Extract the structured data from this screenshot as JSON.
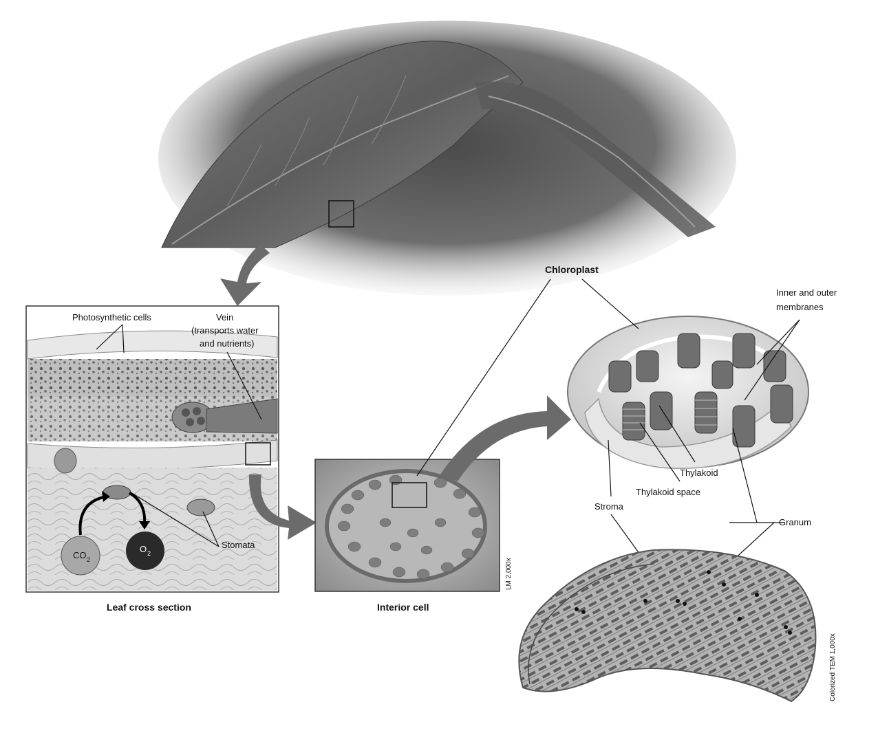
{
  "labels": {
    "photosynthetic_cells": "Photosynthetic cells",
    "vein_line1": "Vein",
    "vein_line2": "(transports water",
    "vein_line3": "and nutrients)",
    "stomata": "Stomata",
    "co2_main": "CO",
    "co2_sub": "2",
    "o2_main": "O",
    "o2_sub": "2",
    "leaf_cross_section": "Leaf cross section",
    "interior_cell": "Interior cell",
    "lm_magnification": "LM 2,000x",
    "chloroplast": "Chloroplast",
    "inner_outer_line1": "Inner and outer",
    "inner_outer_line2": "membranes",
    "thylakoid": "Thylakoid",
    "thylakoid_space": "Thylakoid space",
    "stroma": "Stroma",
    "granum": "Granum",
    "tem_magnification": "Colorized TEM 1,000x"
  },
  "colors": {
    "arrow_gray": "#6b6b6b",
    "leaf_dark": "#555555",
    "co2_fill": "#a8a8a8",
    "o2_fill": "#2a2a2a"
  }
}
